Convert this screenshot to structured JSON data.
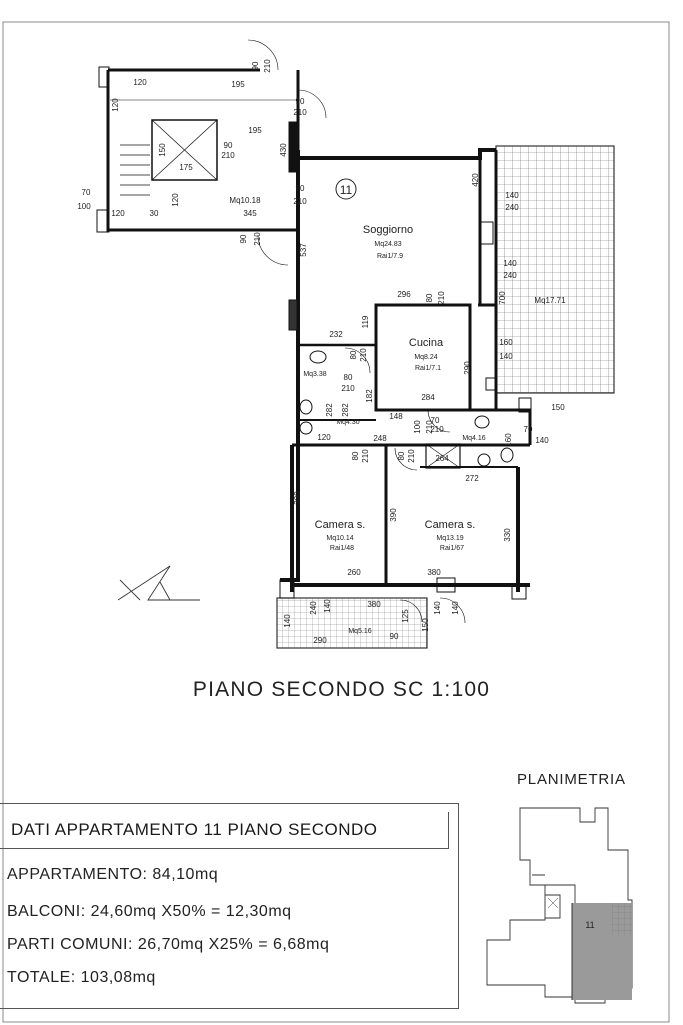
{
  "plan": {
    "apartment_number": "11",
    "rooms": {
      "soggiorno": {
        "name": "Soggiorno",
        "area": "Mq24.83",
        "ratio": "Rai1/7.9"
      },
      "cucina": {
        "name": "Cucina",
        "area": "Mq8.24",
        "ratio": "Rai1/7.1"
      },
      "camera_left": {
        "name": "Camera s.",
        "area": "Mq10.14",
        "ratio": "Rai1/48"
      },
      "camera_right": {
        "name": "Camera s.",
        "area": "Mq13.19",
        "ratio": "Rai1/67"
      },
      "bagno_1": {
        "area": "Mq3.38"
      },
      "bagno_2": {
        "area": "Mq4.16"
      },
      "disimpegno": {
        "area": "Mq4.30"
      },
      "scale": {
        "area": "Mq10.18"
      },
      "balcone_est": {
        "area": "Mq17.71"
      },
      "balcone_sud": {
        "area": "Mq5.16"
      }
    },
    "dims": [
      "120",
      "195",
      "90",
      "210",
      "90",
      "210",
      "120",
      "150",
      "175",
      "195",
      "90",
      "210",
      "430",
      "70",
      "100",
      "120",
      "30",
      "120",
      "345",
      "90",
      "210",
      "90",
      "210",
      "420",
      "140",
      "240",
      "537",
      "140",
      "240",
      "700",
      "296",
      "80",
      "210",
      "232",
      "119",
      "160",
      "140",
      "290",
      "80",
      "210",
      "80",
      "210",
      "182",
      "284",
      "282",
      "282",
      "148",
      "120",
      "248",
      "100",
      "210",
      "70",
      "210",
      "264",
      "272",
      "80",
      "210",
      "80",
      "210",
      "150",
      "70",
      "140",
      "160",
      "390",
      "390",
      "330",
      "260",
      "380",
      "140",
      "240",
      "380",
      "125",
      "90",
      "140",
      "290",
      "150",
      "140",
      "140"
    ]
  },
  "drawing_title": "PIANO SECONDO SC 1:100",
  "data": {
    "header": "DATI APPARTAMENTO 11 PIANO SECONDO",
    "rows": [
      "APPARTAMENTO: 84,10mq",
      "BALCONI: 24,60mq X50% = 12,30mq",
      "PARTI COMUNI: 26,70mq X25% = 6,68mq",
      "TOTALE: 103,08mq"
    ]
  },
  "planimetria": {
    "title": "PLANIMETRIA",
    "unit_label": "11"
  }
}
